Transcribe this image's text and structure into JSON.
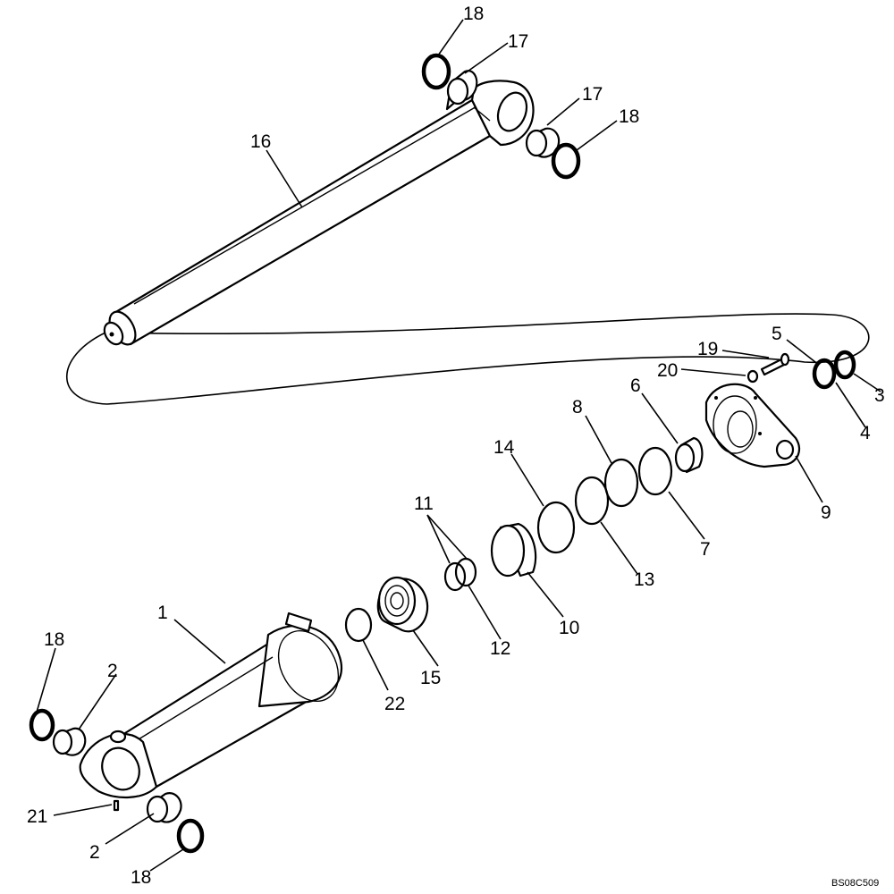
{
  "diagram": {
    "drawing_code": "BS08C509",
    "callouts": {
      "c1": "1",
      "c2a": "2",
      "c2b": "2",
      "c3": "3",
      "c4": "4",
      "c5": "5",
      "c6": "6",
      "c7": "7",
      "c8": "8",
      "c9": "9",
      "c10": "10",
      "c11": "11",
      "c12": "12",
      "c13": "13",
      "c14": "14",
      "c15": "15",
      "c16": "16",
      "c17a": "17",
      "c17b": "17",
      "c18a": "18",
      "c18b": "18",
      "c18c": "18",
      "c18d": "18",
      "c19": "19",
      "c20": "20",
      "c21": "21",
      "c22": "22"
    }
  }
}
